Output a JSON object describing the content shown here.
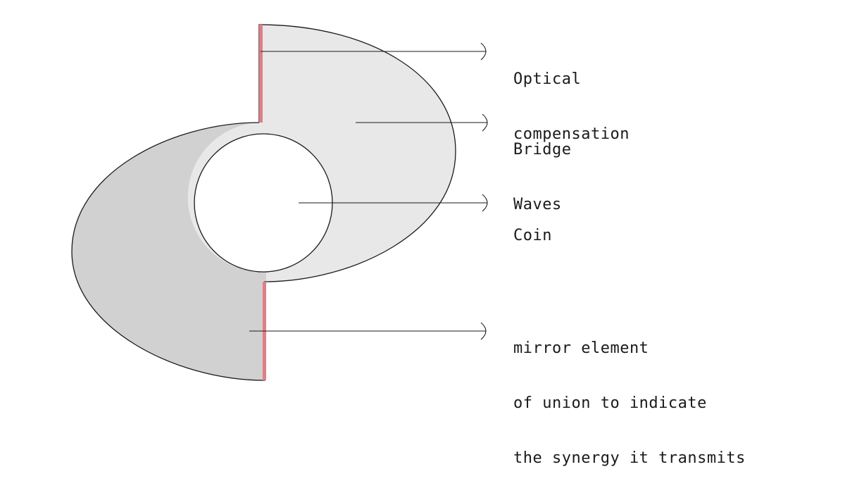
{
  "labels": {
    "optical": [
      "Optical",
      "compensation"
    ],
    "bridge": [
      "Bridge",
      "Waves"
    ],
    "coin": [
      "Coin"
    ],
    "mirror": [
      "mirror element",
      "of union to indicate",
      "the synergy it transmits"
    ]
  },
  "colors": {
    "upper_fill": "#e8e8e8",
    "lower_fill": "#d1d1d1",
    "accent": "#e07f86",
    "outline": "#1a1a1a",
    "background": "#ffffff"
  }
}
